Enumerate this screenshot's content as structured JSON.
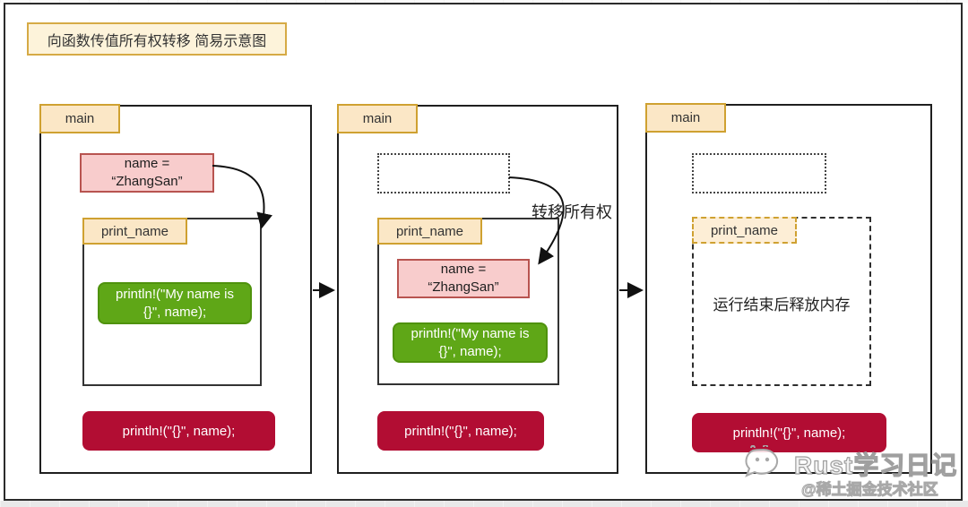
{
  "title": "向函数传值所有权转移 简易示意图",
  "panels": [
    {
      "main_label": "main",
      "var_box": "name =\n“ZhangSan”",
      "fn_label": "print_name",
      "fn_code": "println!(\"My name is\n{}\", name);",
      "main_code": "println!(\"{}\", name);"
    },
    {
      "main_label": "main",
      "var_box": "name =\n“ZhangSan”",
      "fn_label": "print_name",
      "fn_code": "println!(\"My name is\n{}\", name);",
      "main_code": "println!(\"{}\", name);",
      "arrow_label": "转移所有权"
    },
    {
      "main_label": "main",
      "fn_label": "print_name",
      "freed_text": "运行结束后释放内存",
      "main_code": "println!(\"{}\", name);"
    }
  ],
  "watermark": {
    "brand": "Rust学习日记",
    "community": "@稀土掘金技术社区"
  },
  "colors": {
    "tag_bg": "#fbe7c6",
    "tag_border": "#cfa131",
    "title_bg": "#fdf3da",
    "pink_bg": "#f8cccc",
    "pink_border": "#b85450",
    "green_bg": "#5fa717",
    "red_bg": "#b20d33",
    "panel_border": "#1f1f1f"
  }
}
